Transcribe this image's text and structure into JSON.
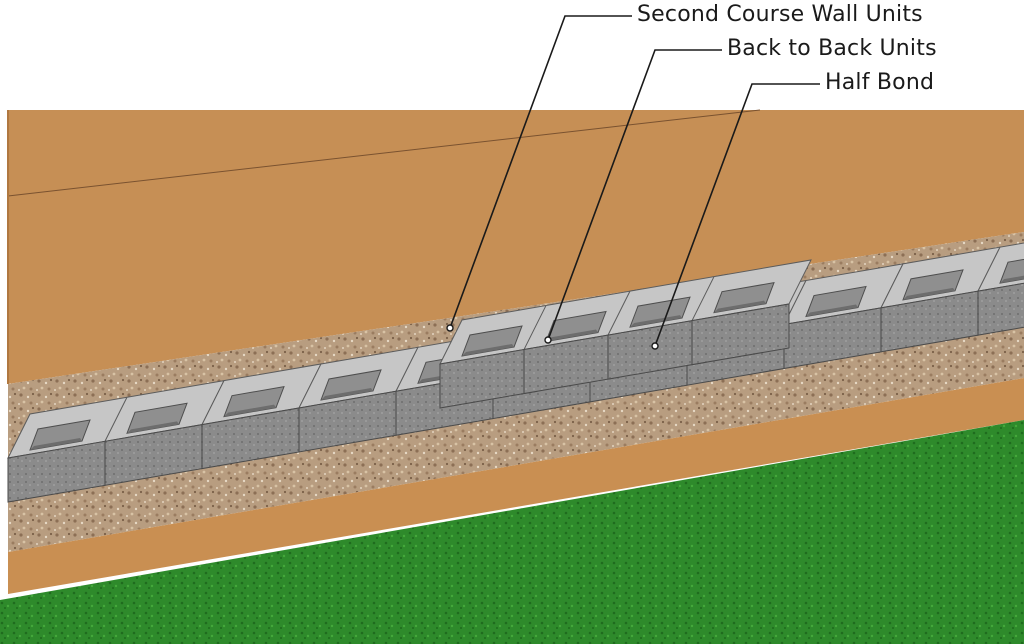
{
  "colors": {
    "soil": "#c9955c",
    "soil_dark": "#a8733d",
    "gravel": "#b59a7c",
    "grass": "#2f8a2a",
    "block_top": "#c4c4c4",
    "block_face": "#8a8a8a",
    "block_shadow": "#6a6a6a",
    "leader": "#1a1a1a"
  },
  "callouts": [
    {
      "id": "second-course",
      "label": "Second Course Wall Units"
    },
    {
      "id": "back-to-back",
      "label": "Back to Back Units"
    },
    {
      "id": "half-bond",
      "label": "Half Bond"
    }
  ]
}
